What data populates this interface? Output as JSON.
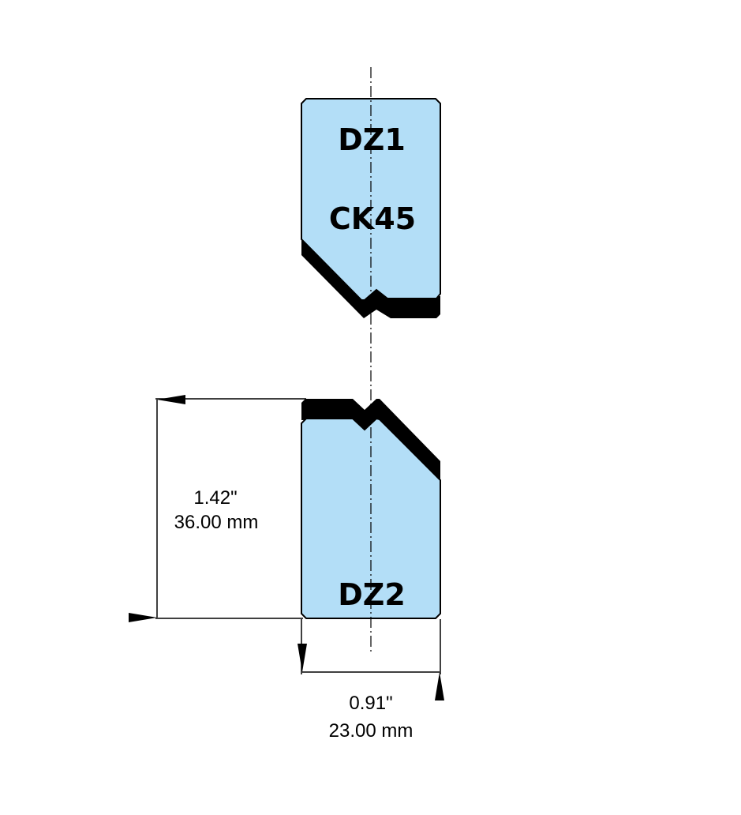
{
  "colors": {
    "fill": "#b3def7",
    "outline": "#000000",
    "background": "#ffffff"
  },
  "upper_part": {
    "name": "DZ1",
    "material": "CK45"
  },
  "lower_part": {
    "name": "DZ2"
  },
  "height_dimension": {
    "inches": "1.42\"",
    "mm": "36.00 mm"
  },
  "width_dimension": {
    "inches": "0.91\"",
    "mm": "23.00 mm"
  }
}
